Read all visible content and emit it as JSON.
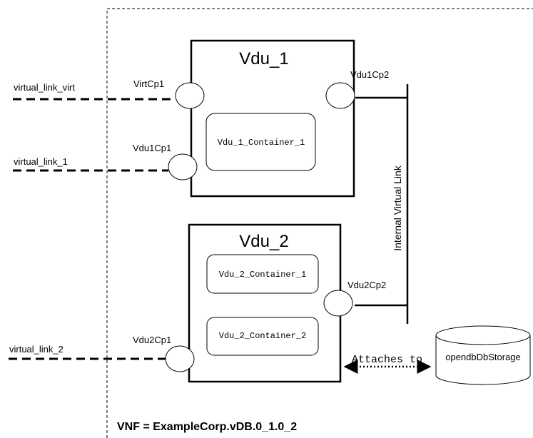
{
  "external_links": {
    "virt": "virtual_link_virt",
    "link1": "virtual_link_1",
    "link2": "virtual_link_2"
  },
  "vdu1": {
    "title": "Vdu_1",
    "container": "Vdu_1_Container_1",
    "cp_virt": "VirtCp1",
    "cp1": "Vdu1Cp1",
    "cp2": "Vdu1Cp2"
  },
  "vdu2": {
    "title": "Vdu_2",
    "container1": "Vdu_2_Container_1",
    "container2": "Vdu_2_Container_2",
    "cp1": "Vdu2Cp1",
    "cp2": "Vdu2Cp2"
  },
  "internal_link": "Internal Virtual Link",
  "attaches_label": "Attaches to",
  "storage": "opendbDbStorage",
  "vnf_label": "VNF = ExampleCorp.vDB.0_1.0_2"
}
